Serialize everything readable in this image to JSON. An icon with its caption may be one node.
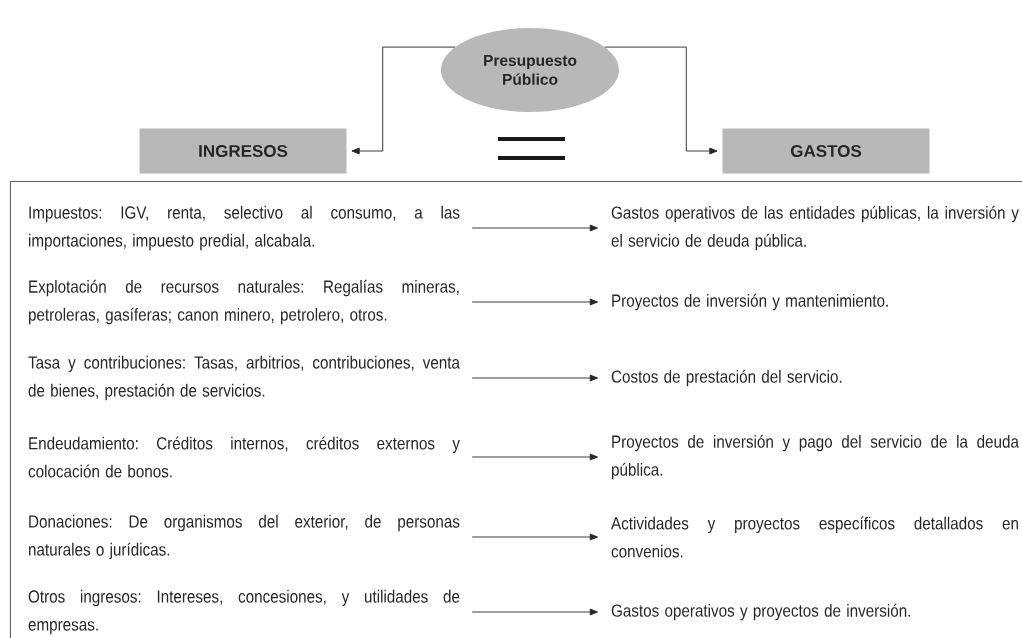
{
  "diagram": {
    "nodes": [
      {
        "text": [
          "Presupuesto Público"
        ]
      },
      {
        "text": [
          "INGRESOS"
        ]
      },
      {
        "text": [
          "GASTOS"
        ]
      },
      {
        "text": [],
        "shape": "box"
      },
      {
        "text": [
          "Impuestos: IGV, renta, selectivo al consumo, a las importaciones, impuesto predial, alcabala."
        ],
        "in": 3
      },
      {
        "text": [
          "Gastos operativos de las entidades públicas, la inversión y el servicio de deuda pública."
        ],
        "in": 3
      },
      {
        "text": [
          "Explotación de recursos naturales: Regalías mineras, petroleras, gasíferas; canon minero, petrolero, otros."
        ],
        "in": 3
      },
      {
        "text": [
          "Proyectos de inversión y mantenimiento."
        ],
        "in": 3
      },
      {
        "text": [
          "Tasa y contribuciones: Tasas, arbitrios, contribuciones, venta de bienes, prestación de servicios."
        ],
        "in": 3
      },
      {
        "text": [
          "Costos de prestación del servicio."
        ],
        "in": 3
      },
      {
        "text": [
          "Endeudamiento: Créditos internos, créditos externos y colocación de bonos."
        ],
        "in": 3
      },
      {
        "text": [
          "Proyectos de inversión y pago del servicio de la deuda pública."
        ],
        "in": 3
      },
      {
        "text": [
          "Donaciones: De organismos del exterior, de personas naturales o jurídicas."
        ],
        "in": 3
      },
      {
        "text": [
          "Actividades y proyectos específicos detallados en convenios."
        ],
        "in": 3
      },
      {
        "text": [
          "Otros ingresos: Intereses, concesiones, y utilidades de empresas."
        ],
        "in": 3
      },
      {
        "text": [
          "Gastos operativos y proyectos de inversión."
        ],
        "in": 3
      }
    ],
    "edges": [
      {
        "from": 0,
        "to": 1,
        "arrow": "to"
      },
      {
        "from": 0,
        "to": 2,
        "arrow": "to"
      },
      {
        "from": 4,
        "to": 5,
        "arrow": "to"
      },
      {
        "from": 6,
        "to": 7,
        "arrow": "to"
      },
      {
        "from": 8,
        "to": 9,
        "arrow": "to"
      },
      {
        "from": 10,
        "to": 11,
        "arrow": "to"
      },
      {
        "from": 12,
        "to": 13,
        "arrow": "to"
      },
      {
        "from": 14,
        "to": 15,
        "arrow": "to"
      }
    ]
  }
}
